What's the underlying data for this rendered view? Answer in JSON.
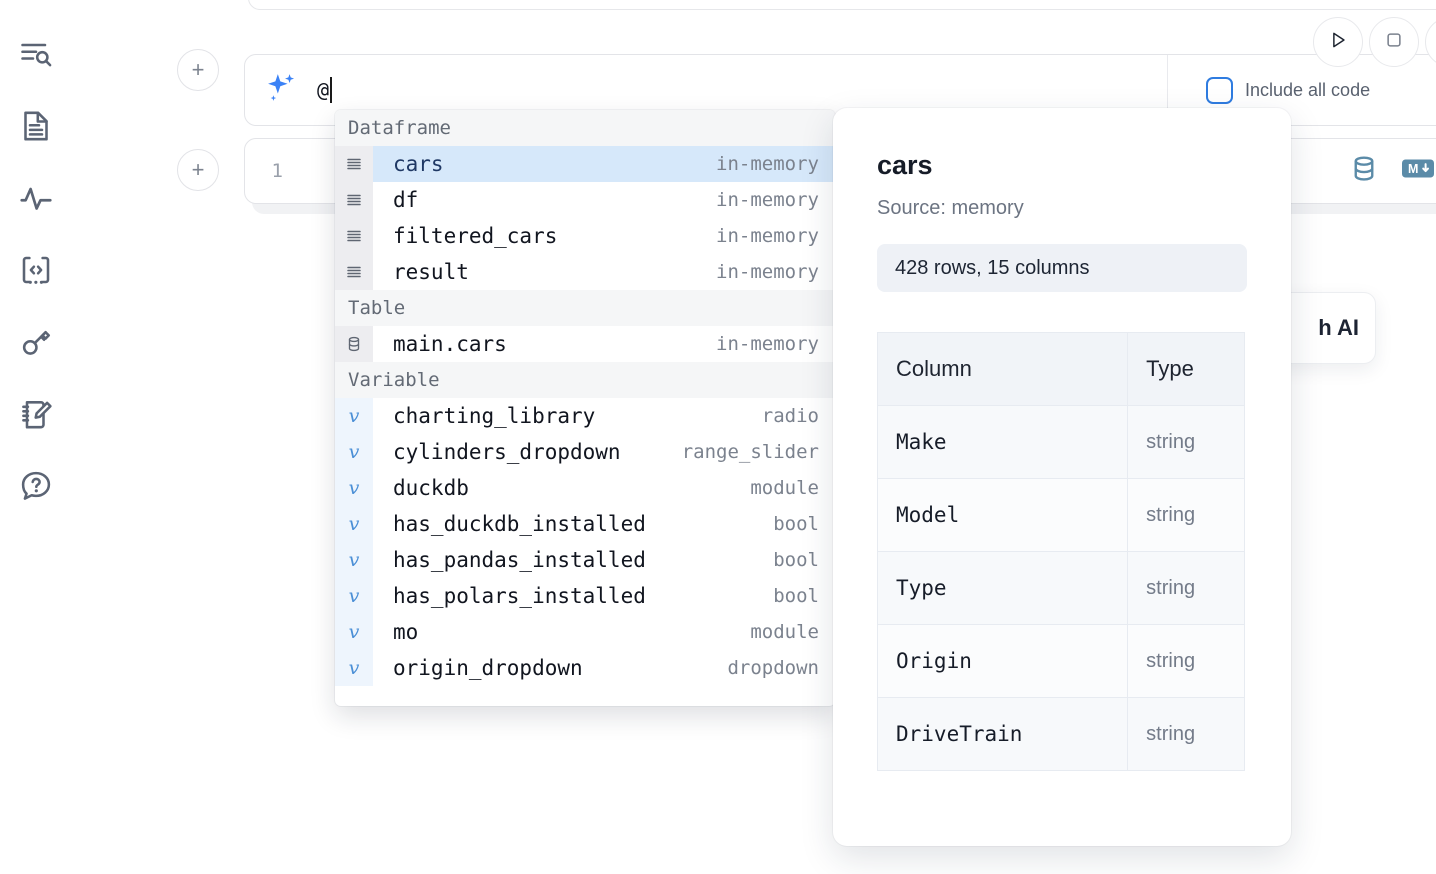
{
  "sidebar": {
    "items": [
      {
        "name": "explore-search-icon",
        "label": "Explore"
      },
      {
        "name": "file-document-icon",
        "label": "Files"
      },
      {
        "name": "activity-pulse-icon",
        "label": "Activity"
      },
      {
        "name": "code-snippet-icon",
        "label": "Snippets"
      },
      {
        "name": "key-secrets-icon",
        "label": "Secrets"
      },
      {
        "name": "notebook-edit-icon",
        "label": "Scratchpad"
      },
      {
        "name": "help-chat-icon",
        "label": "Help"
      }
    ]
  },
  "toolbar": {
    "run_label": "Run",
    "stop_label": "Stop",
    "include_all_code_label": "Include all code",
    "include_all_code_checked": false,
    "database_icon": "database-icon",
    "markdown_icon": "markdown-icon",
    "markdown_badge_text": "M"
  },
  "ai_cell": {
    "icon": "sparkles-ai-icon",
    "value": "@",
    "placeholder": "Generate with AI"
  },
  "code_cell": {
    "line_number": "1"
  },
  "ai_card": {
    "label": "h AI"
  },
  "add_buttons": {
    "label": "+"
  },
  "autocomplete": {
    "groups": [
      {
        "title": "Dataframe",
        "items": [
          {
            "icon": "dataframe-icon",
            "label": "cars",
            "meta": "in-memory",
            "selected": true,
            "kind": "df"
          },
          {
            "icon": "dataframe-icon",
            "label": "df",
            "meta": "in-memory",
            "selected": false,
            "kind": "df"
          },
          {
            "icon": "dataframe-icon",
            "label": "filtered_cars",
            "meta": "in-memory",
            "selected": false,
            "kind": "df"
          },
          {
            "icon": "dataframe-icon",
            "label": "result",
            "meta": "in-memory",
            "selected": false,
            "kind": "df"
          }
        ]
      },
      {
        "title": "Table",
        "items": [
          {
            "icon": "table-db-icon",
            "label": "main.cars",
            "meta": "in-memory",
            "selected": false,
            "kind": "tbl"
          }
        ]
      },
      {
        "title": "Variable",
        "items": [
          {
            "icon": "variable-icon",
            "label": "charting_library",
            "meta": "radio",
            "selected": false,
            "kind": "var"
          },
          {
            "icon": "variable-icon",
            "label": "cylinders_dropdown",
            "meta": "range_slider",
            "selected": false,
            "kind": "var"
          },
          {
            "icon": "variable-icon",
            "label": "duckdb",
            "meta": "module",
            "selected": false,
            "kind": "var"
          },
          {
            "icon": "variable-icon",
            "label": "has_duckdb_installed",
            "meta": "bool",
            "selected": false,
            "kind": "var"
          },
          {
            "icon": "variable-icon",
            "label": "has_pandas_installed",
            "meta": "bool",
            "selected": false,
            "kind": "var"
          },
          {
            "icon": "variable-icon",
            "label": "has_polars_installed",
            "meta": "bool",
            "selected": false,
            "kind": "var"
          },
          {
            "icon": "variable-icon",
            "label": "mo",
            "meta": "module",
            "selected": false,
            "kind": "var"
          },
          {
            "icon": "variable-icon",
            "label": "origin_dropdown",
            "meta": "dropdown",
            "selected": false,
            "kind": "var"
          }
        ]
      }
    ]
  },
  "detail": {
    "title": "cars",
    "source": "Source: memory",
    "shape": "428 rows, 15 columns",
    "headers": [
      "Column",
      "Type"
    ],
    "rows": [
      {
        "column": "Make",
        "type": "string"
      },
      {
        "column": "Model",
        "type": "string"
      },
      {
        "column": "Type",
        "type": "string"
      },
      {
        "column": "Origin",
        "type": "string"
      },
      {
        "column": "DriveTrain",
        "type": "string"
      }
    ]
  },
  "colors": {
    "accent_blue": "#2f7ce0",
    "selected_row": "#d6e8fa",
    "group_header_bg": "#f5f6f7",
    "icon_gutter_bg": "#ededf0",
    "db_icon": "#5b8ba8"
  }
}
